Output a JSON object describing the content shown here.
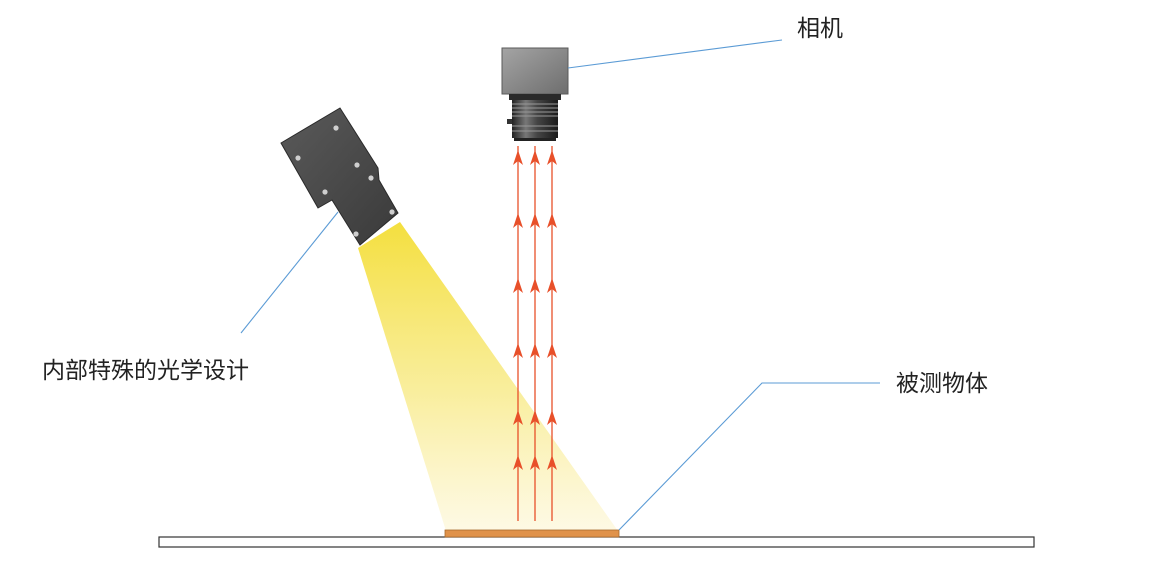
{
  "labels": {
    "camera": "相机",
    "light_source": "内部特殊的光学设计",
    "object": "被测物体"
  },
  "colors": {
    "leader_line": "#5b9bd5",
    "light_beam": "#f6e35a",
    "ray_arrow": "#e8502a",
    "object": "#e0924a",
    "camera_body": "#8a8a8a",
    "light_housing": "#4a4a4a",
    "stage": "#ffffff"
  },
  "icons": {
    "camera": "industrial-camera-icon",
    "light": "spot-light-icon"
  }
}
